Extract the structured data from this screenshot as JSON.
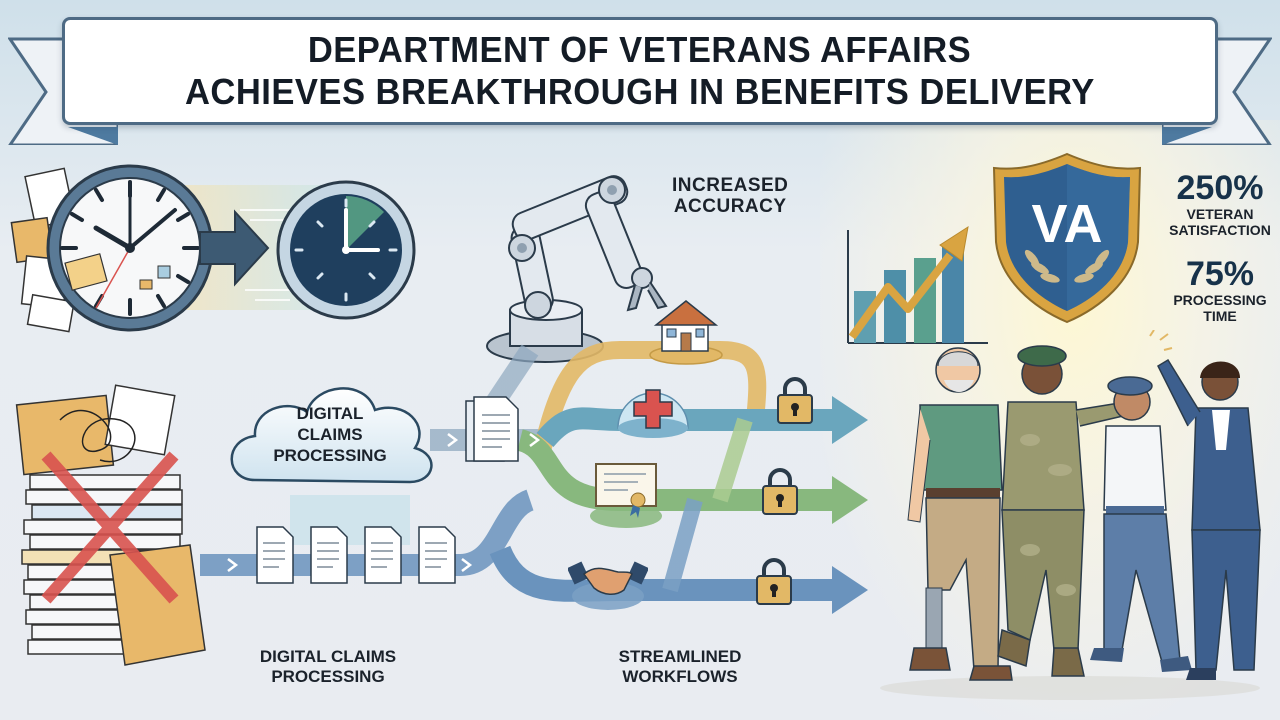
{
  "banner": {
    "line1": "DEPARTMENT OF VETERANS AFFAIRS",
    "line2": "ACHIEVES BREAKTHROUGH IN BENEFITS DELIVERY"
  },
  "labels": {
    "increased_accuracy": [
      "INCREASED",
      "ACCURACY"
    ],
    "cloud": [
      "DIGITAL",
      "CLAIMS",
      "PROCESSING"
    ],
    "bottom_left": [
      "DIGITAL CLAIMS",
      "PROCESSING"
    ],
    "bottom_mid": [
      "STREAMLINED",
      "WORKFLOWS"
    ]
  },
  "badge": {
    "text": "VA"
  },
  "stats": [
    {
      "value": "250%",
      "caption": [
        "VETERAN",
        "SATISFACTION"
      ]
    },
    {
      "value": "75%",
      "caption": [
        "PROCESSING",
        "TIME"
      ]
    }
  ],
  "icons": {
    "slow_clock": "clock-icon",
    "fast_clock": "clock-icon",
    "robot_arm": "robot-arm-icon",
    "house": "house-icon",
    "medical_cross": "medical-cross-icon",
    "certificate": "certificate-icon",
    "handshake": "handshake-icon",
    "lock": "padlock-icon",
    "growth_chart": "growth-chart-icon",
    "paper_pile": "paper-pile-icon"
  },
  "colors": {
    "banner_border": "#4e6b85",
    "title_text": "#141c26",
    "stat_text": "#17324a",
    "shield_blue": "#2f5f90",
    "shield_gold": "#d9a441",
    "path_gold": "#e2b866",
    "path_teal": "#6aa6bd",
    "path_green": "#88b87e",
    "path_blue": "#6a93bd",
    "red_x": "#d9534f"
  }
}
